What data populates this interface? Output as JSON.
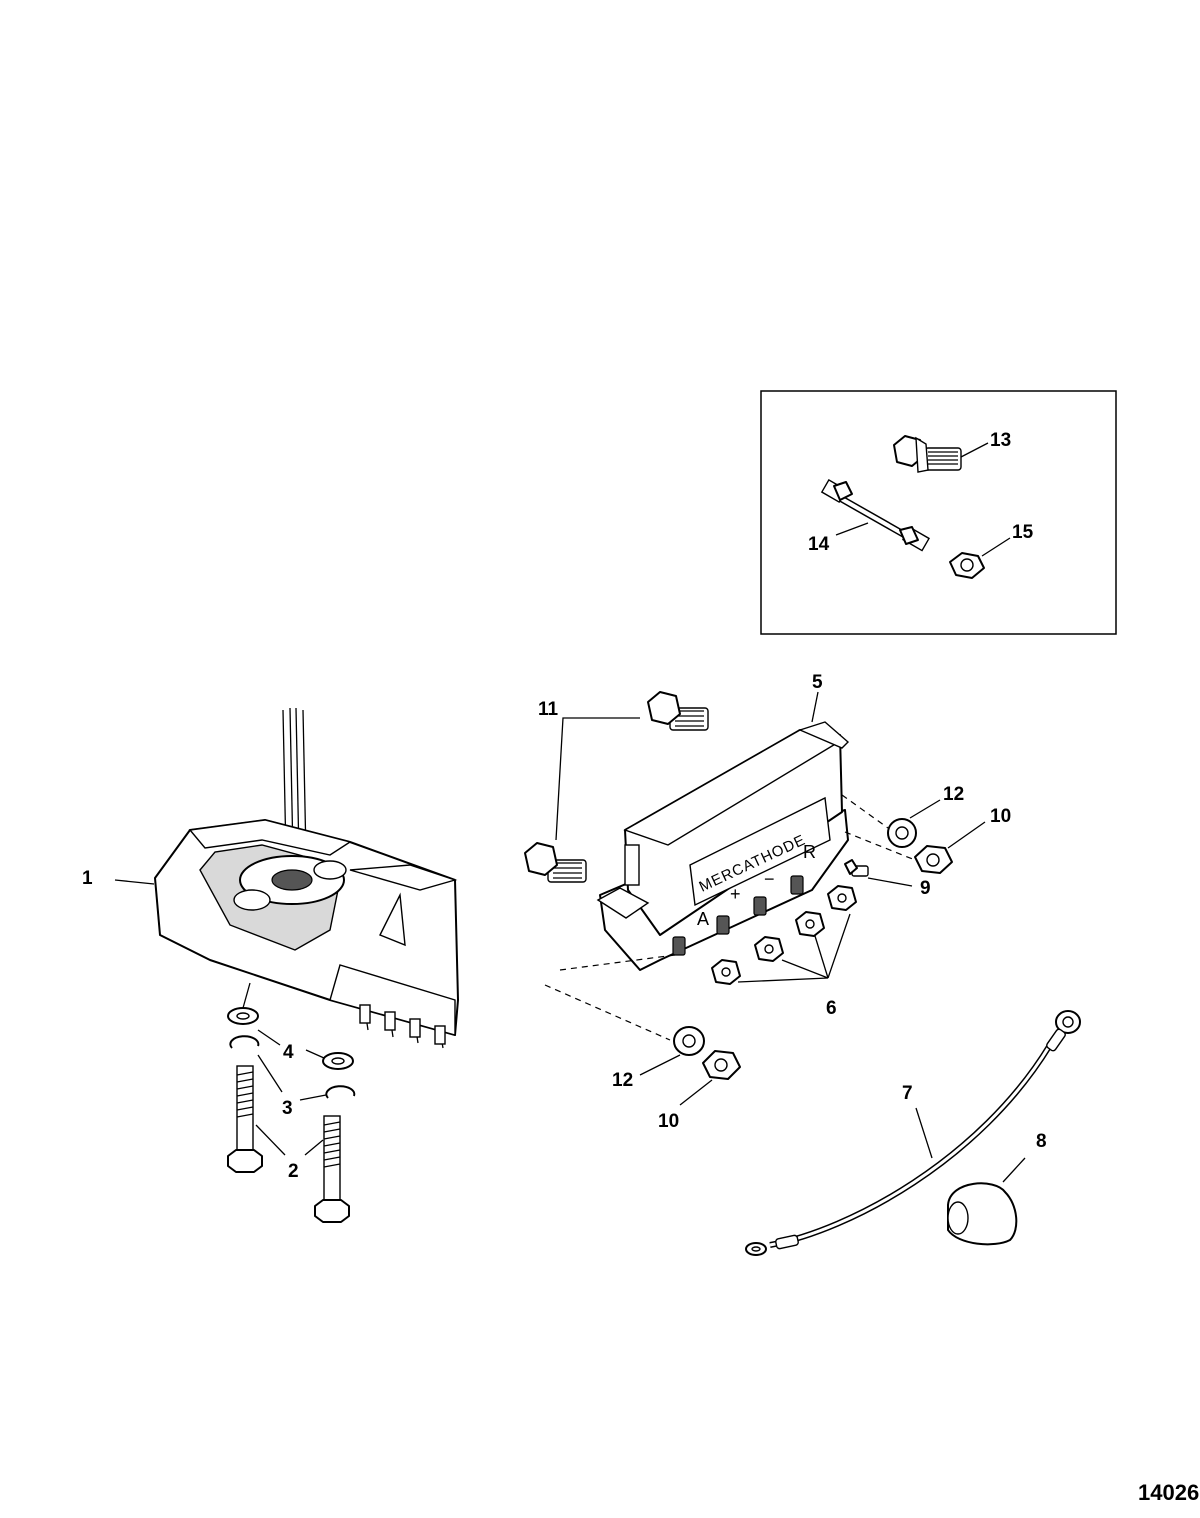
{
  "callouts": {
    "c1": "1",
    "c2": "2",
    "c3": "3",
    "c4": "4",
    "c5": "5",
    "c6": "6",
    "c7": "7",
    "c8": "8",
    "c9": "9",
    "c10a": "10",
    "c10b": "10",
    "c11": "11",
    "c12a": "12",
    "c12b": "12",
    "c13": "13",
    "c14": "14",
    "c15": "15"
  },
  "controller": {
    "brand_label": "MERCATHODE",
    "terminals": [
      "A",
      "+",
      "−",
      "R"
    ]
  },
  "figure_ref": "14026"
}
